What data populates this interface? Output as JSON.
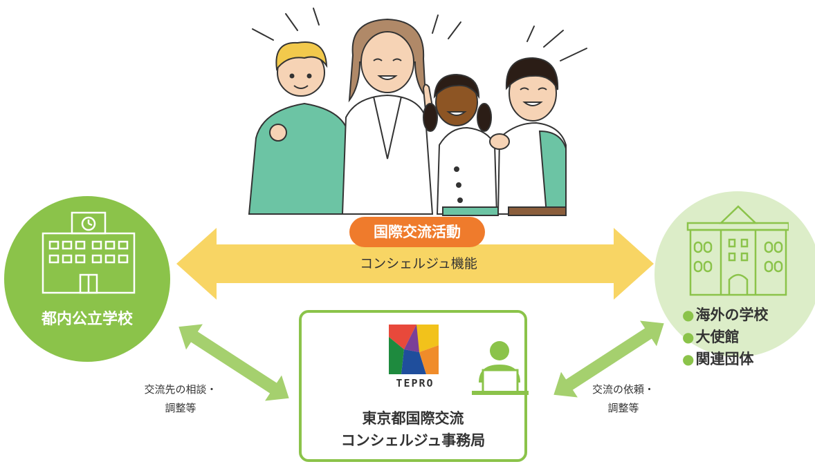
{
  "center": {
    "badge": "国際交流活動",
    "function_label": "コンシェルジュ機能"
  },
  "left_node": {
    "label": "都内公立学校",
    "icon": "school-building-icon"
  },
  "right_node": {
    "icon": "overseas-building-icon",
    "items": [
      "海外の学校",
      "大使館",
      "関連団体"
    ]
  },
  "office": {
    "logo_text": "TEPRO",
    "name_line1": "東京都国際交流",
    "name_line2": "コンシェルジュ事務局",
    "icon": "staff-desk-icon"
  },
  "left_link": {
    "line1": "交流先の相談・",
    "line2": "調整等"
  },
  "right_link": {
    "line1": "交流の依頼・",
    "line2": "調整等"
  },
  "colors": {
    "green": "#8bc34a",
    "light_green": "#dcedc8",
    "yellow": "#f8d564",
    "orange": "#ef7b2c",
    "teal": "#6cc4a4"
  }
}
